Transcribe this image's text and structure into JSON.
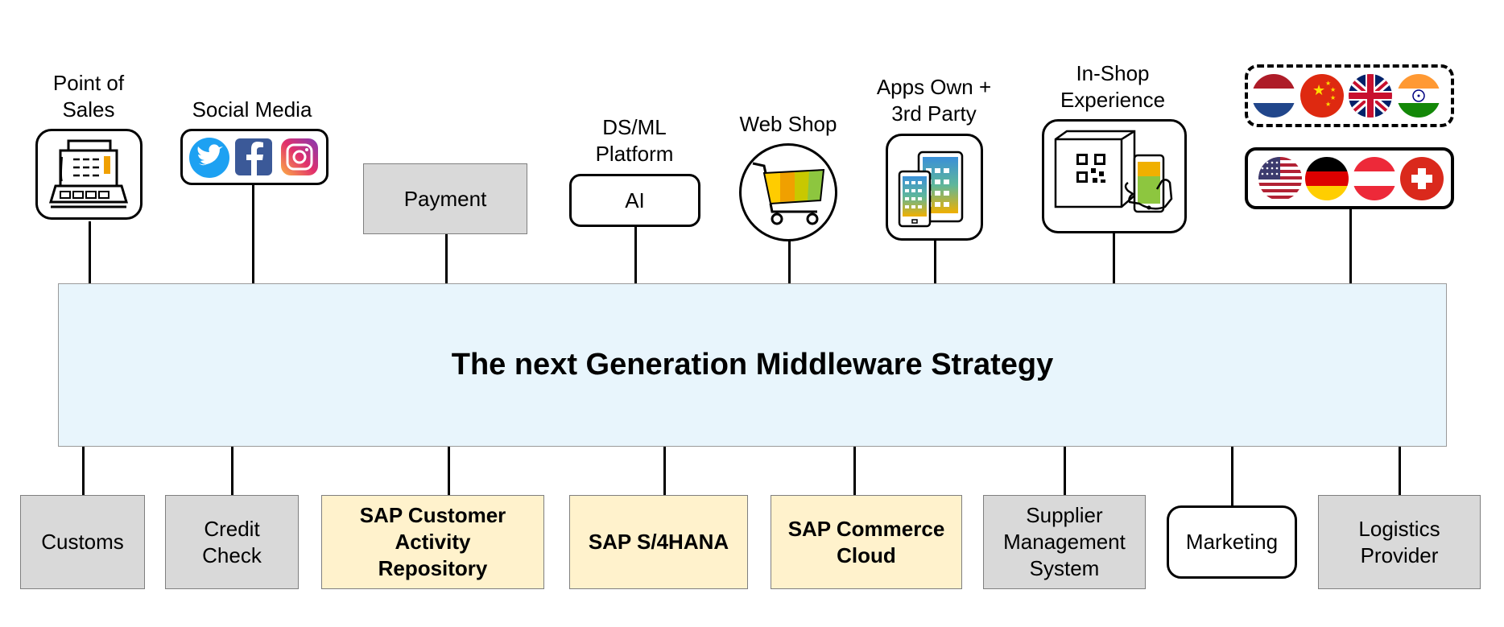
{
  "center": {
    "title": "The next Generation Middleware Strategy"
  },
  "top": {
    "pos": "Point of\nSales",
    "social": "Social Media",
    "payment": "Payment",
    "dsml": "DS/ML\nPlatform",
    "ai": "AI",
    "webshop": "Web Shop",
    "apps": "Apps Own +\n3rd Party",
    "inshop": "In-Shop\nExperience"
  },
  "bottom": {
    "customs": "Customs",
    "credit": "Credit\nCheck",
    "sap_car": "SAP Customer\nActivity\nRepository",
    "s4": "SAP S/4HANA",
    "commerce": "SAP Commerce\nCloud",
    "supplier": "Supplier\nManagement\nSystem",
    "marketing": "Marketing",
    "logistics": "Logistics\nProvider"
  },
  "icons": {
    "pos": "cash-register-icon",
    "social": [
      "twitter-icon",
      "facebook-icon",
      "instagram-icon"
    ],
    "webshop": "shopping-cart-icon",
    "apps": "tablet-phone-icon",
    "inshop": "qr-code-phone-icon",
    "flags_row1": [
      "netherlands-flag",
      "china-flag",
      "uk-flag",
      "india-flag"
    ],
    "flags_row2": [
      "usa-flag",
      "germany-flag",
      "austria-flag",
      "switzerland-flag"
    ]
  },
  "colors": {
    "center_fill": "#e8f5fc",
    "gray_box": "#d9d9d9",
    "sap_box": "#fff2cc"
  }
}
